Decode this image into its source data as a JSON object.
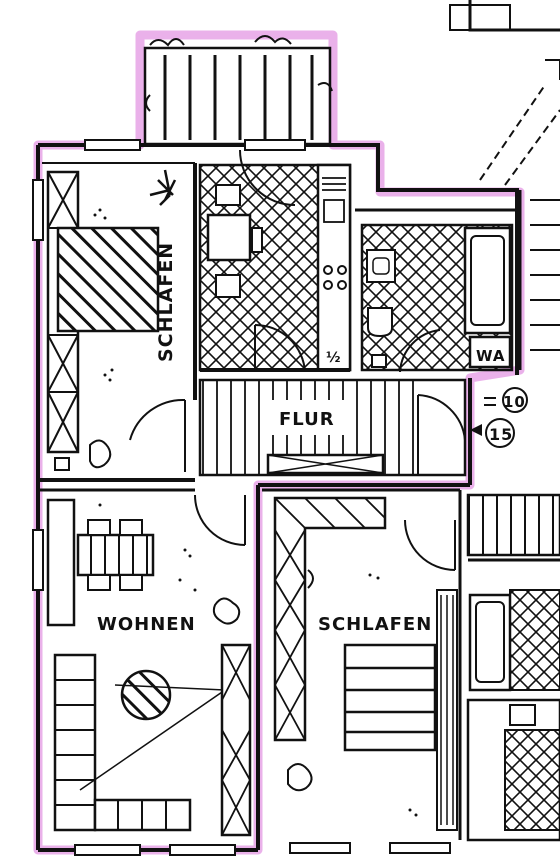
{
  "rooms": {
    "bedroom_left": "SCHLAFEN",
    "hallway": "FLUR",
    "living": "WOHNEN",
    "bedroom_right": "SCHLAFEN",
    "laundry": "WA"
  },
  "annotations": {
    "unit_number": "15",
    "apartment_ref": "10",
    "stove_mark": "½"
  },
  "colors": {
    "outline_highlight": "#e6a3e6",
    "ink": "#111111"
  }
}
